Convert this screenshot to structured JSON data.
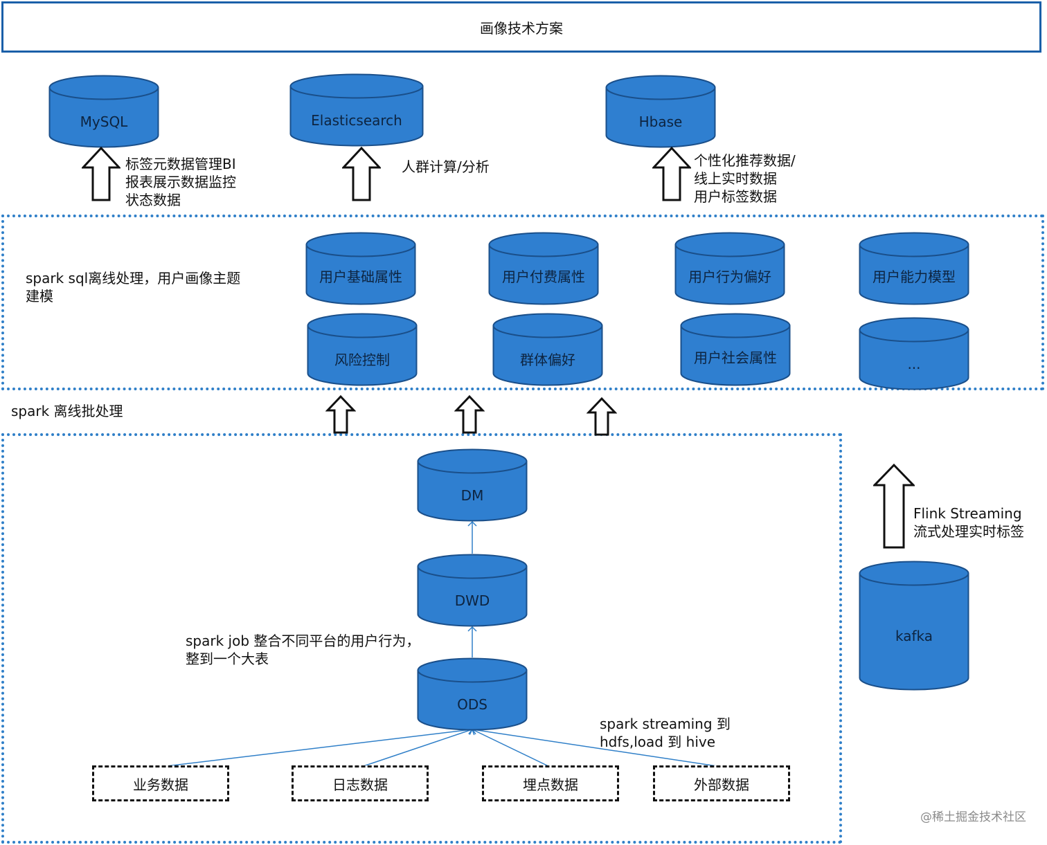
{
  "title": "画像技术方案",
  "colors": {
    "cylinder_fill": "#2f7fd0",
    "cylinder_stroke": "#1a4f8a",
    "zone_border": "#2f7fc8"
  },
  "storage": {
    "mysql": "MySQL",
    "elasticsearch": "Elasticsearch",
    "hbase": "Hbase"
  },
  "notes": {
    "mysql_note": "标签元数据管理BI\n报表展示数据监控\n状态数据",
    "es_note": "人群计算/分析",
    "hbase_note": "个性化推荐数据/\n线上实时数据\n用户标签数据",
    "spark_sql_note": "spark sql离线处理，用户画像主题\n建模",
    "spark_batch_label": "spark 离线批处理",
    "spark_job_note": "spark job 整合不同平台的用户行为，\n整到一个大表",
    "spark_streaming_note": "spark streaming 到\nhdfs,load 到 hive",
    "flink_note": "Flink Streaming\n流式处理实时标签"
  },
  "topics": {
    "basic": "用户基础属性",
    "paid": "用户付费属性",
    "behavior": "用户行为偏好",
    "ability": "用户能力模型",
    "risk": "风险控制",
    "group": "群体偏好",
    "social": "用户社会属性",
    "more": "..."
  },
  "warehouse": {
    "dm": "DM",
    "dwd": "DWD",
    "ods": "ODS"
  },
  "sources": {
    "business": "业务数据",
    "log": "日志数据",
    "tracking": "埋点数据",
    "external": "外部数据"
  },
  "kafka": "kafka",
  "watermark": "@稀土掘金技术社区"
}
